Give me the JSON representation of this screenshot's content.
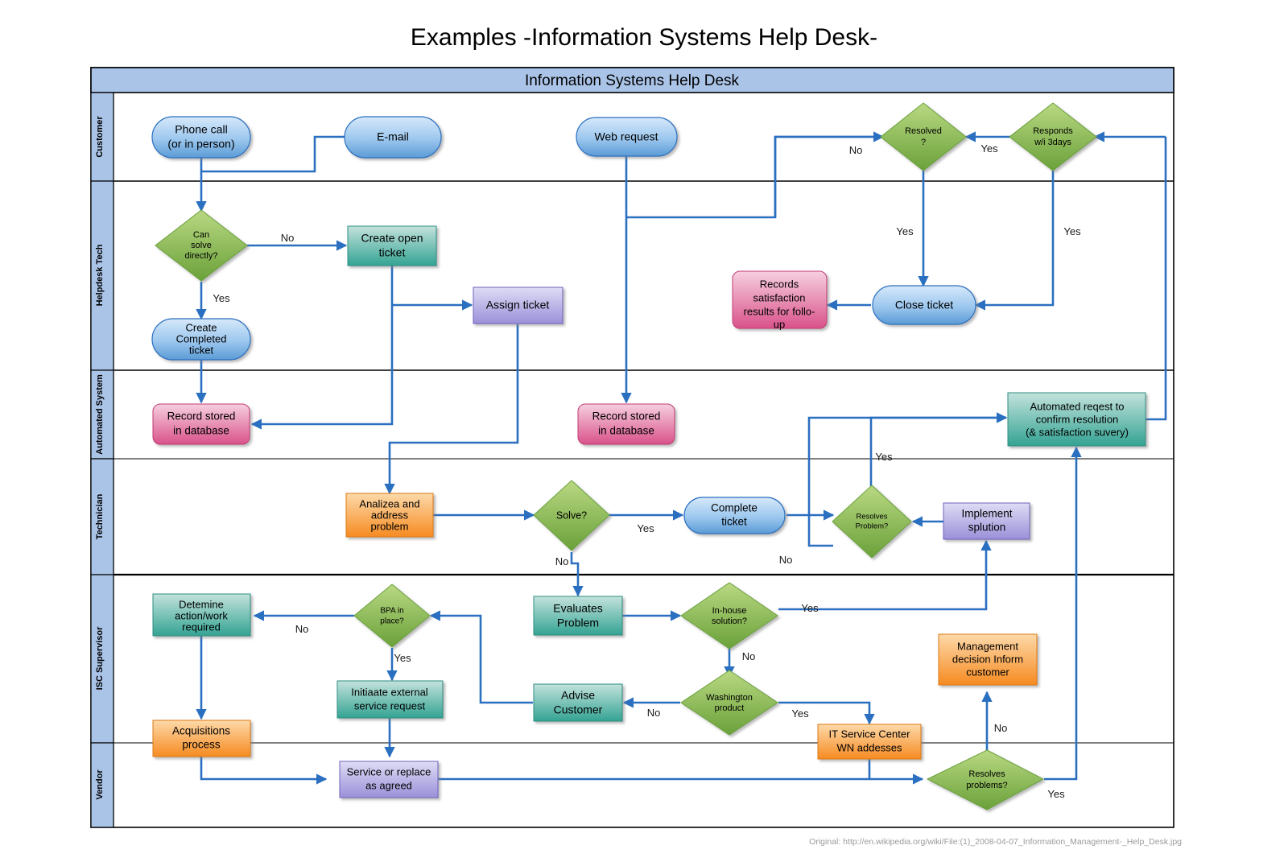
{
  "title": "Examples -Information Systems Help Desk-",
  "pool": {
    "title": "Information Systems Help Desk"
  },
  "footer": {
    "note": "Original: http://en.wikipedia.org/wiki/File:(1)_2008-04-07_Information_Management-_Help_Desk.jpg"
  },
  "colors": {
    "lane_header_fill": "#aac4e8",
    "pool_header_fill": "#aac4e8",
    "connector": "#2a6fc0",
    "border": "#000000",
    "blue_top": "#cfe3f8",
    "blue_bottom": "#5b9bd5",
    "green_top": "#b5d680",
    "green_bottom": "#6aa13a",
    "teal_top": "#bfe0da",
    "teal_bottom": "#33a293",
    "purple_top": "#d6d3f0",
    "purple_bottom": "#9a8fd8",
    "pink_top": "#f4c7da",
    "pink_bottom": "#d9528a",
    "orange_top": "#fcd7a8",
    "orange_bottom": "#f58c26"
  },
  "lanes": [
    {
      "id": "customer",
      "label": "Customer"
    },
    {
      "id": "helpdesk-tech",
      "label": "Helpdesk Tech"
    },
    {
      "id": "automated-system",
      "label": "Automated System"
    },
    {
      "id": "technician",
      "label": "Technician"
    },
    {
      "id": "isc-supervisor",
      "label": "ISC Supervisor"
    },
    {
      "id": "vendor",
      "label": "Vendor"
    }
  ],
  "nodes": {
    "phone_call": {
      "label": "Phone call\n(or in person)",
      "lane": "customer",
      "shape": "rounded",
      "color": "blue"
    },
    "email": {
      "label": "E-mail",
      "lane": "customer",
      "shape": "rounded",
      "color": "blue"
    },
    "web_request": {
      "label": "Web request",
      "lane": "customer",
      "shape": "rounded",
      "color": "blue"
    },
    "resolved": {
      "label": "Resolved\n?",
      "lane": "customer",
      "shape": "diamond",
      "color": "green"
    },
    "responds_3days": {
      "label": "Responds\nw/i 3days",
      "lane": "customer",
      "shape": "diamond",
      "color": "green"
    },
    "can_solve_directly": {
      "label": "Can\nsolve\ndirectly?",
      "lane": "helpdesk-tech",
      "shape": "diamond",
      "color": "green"
    },
    "create_open_ticket": {
      "label": "Create open\nticket",
      "lane": "helpdesk-tech",
      "shape": "rect",
      "color": "teal"
    },
    "assign_ticket": {
      "label": "Assign ticket",
      "lane": "helpdesk-tech",
      "shape": "rect",
      "color": "purple"
    },
    "create_completed_ticket": {
      "label": "Create\nCompleted\nticket",
      "lane": "helpdesk-tech",
      "shape": "rounded",
      "color": "blue"
    },
    "records_satisfaction": {
      "label": "Records\nsatisfaction\nresults for follo-\nup",
      "lane": "helpdesk-tech",
      "shape": "rounded-rect",
      "color": "pink"
    },
    "close_ticket": {
      "label": "Close ticket",
      "lane": "helpdesk-tech",
      "shape": "rounded",
      "color": "blue"
    },
    "record_stored_1": {
      "label": "Record stored\nin database",
      "lane": "automated-system",
      "shape": "rounded-rect",
      "color": "pink"
    },
    "record_stored_2": {
      "label": "Record stored\nin database",
      "lane": "automated-system",
      "shape": "rounded-rect",
      "color": "pink"
    },
    "automated_request": {
      "label": "Automated reqest to\nconfirm resolution\n(& satisfaction suvery)",
      "lane": "automated-system",
      "shape": "rect",
      "color": "teal"
    },
    "analizea": {
      "label": "Analizea and\naddress\nproblem",
      "lane": "technician",
      "shape": "rect",
      "color": "orange"
    },
    "solve": {
      "label": "Solve?",
      "lane": "technician",
      "shape": "diamond",
      "color": "green"
    },
    "complete_ticket": {
      "label": "Complete\nticket",
      "lane": "technician",
      "shape": "rounded",
      "color": "blue"
    },
    "resolves_problem": {
      "label": "Resolves\nProblem?",
      "lane": "technician",
      "shape": "diamond",
      "color": "green"
    },
    "implement_solution": {
      "label": "Implement\nsplution",
      "lane": "technician",
      "shape": "rect",
      "color": "purple"
    },
    "determine_action": {
      "label": "Detemine\naction/work\nrequired",
      "lane": "isc-supervisor",
      "shape": "rect",
      "color": "teal"
    },
    "bpa_in_place": {
      "label": "BPA in\nplace?",
      "lane": "isc-supervisor",
      "shape": "diamond",
      "color": "green"
    },
    "evaluates_problem": {
      "label": "Evaluates\nProblem",
      "lane": "isc-supervisor",
      "shape": "rect",
      "color": "teal"
    },
    "in_house_solution": {
      "label": "In-house\nsolution?",
      "lane": "isc-supervisor",
      "shape": "diamond",
      "color": "green"
    },
    "management_decision": {
      "label": "Management\ndecision Inform\ncustomer",
      "lane": "isc-supervisor",
      "shape": "rect",
      "color": "orange"
    },
    "initiate_external": {
      "label": "Initiaate external\nservice request",
      "lane": "isc-supervisor",
      "shape": "rect",
      "color": "teal"
    },
    "advise_customer": {
      "label": "Advise\nCustomer",
      "lane": "isc-supervisor",
      "shape": "rect",
      "color": "teal"
    },
    "washington_product": {
      "label": "Washington\nproduct",
      "lane": "isc-supervisor",
      "shape": "diamond",
      "color": "green"
    },
    "acquisitions_process": {
      "label": "Acquisitions\nprocess",
      "lane": "isc-supervisor",
      "shape": "rect",
      "color": "orange"
    },
    "it_service_center": {
      "label": "IT Service Center\nWN addesses",
      "lane": "isc-supervisor",
      "shape": "rect",
      "color": "orange"
    },
    "service_or_replace": {
      "label": "Service or replace\nas agreed",
      "lane": "vendor",
      "shape": "rect",
      "color": "purple"
    },
    "resolves_problems": {
      "label": "Resolves\nproblems?",
      "lane": "vendor",
      "shape": "diamond",
      "color": "green"
    }
  },
  "edge_labels": [
    {
      "id": "resolved-no",
      "text": "No"
    },
    {
      "id": "responds-yes",
      "text": "Yes"
    },
    {
      "id": "resolved-yes",
      "text": "Yes"
    },
    {
      "id": "responds-down-yes",
      "text": "Yes"
    },
    {
      "id": "cansolve-no",
      "text": "No"
    },
    {
      "id": "cansolve-yes",
      "text": "Yes"
    },
    {
      "id": "resolvesproblem-yes",
      "text": "Yes"
    },
    {
      "id": "solve-yes",
      "text": "Yes"
    },
    {
      "id": "solve-no",
      "text": "No"
    },
    {
      "id": "resolvesproblem-no",
      "text": "No"
    },
    {
      "id": "bpa-no",
      "text": "No"
    },
    {
      "id": "bpa-yes",
      "text": "Yes"
    },
    {
      "id": "inhouse-yes",
      "text": "Yes"
    },
    {
      "id": "inhouse-no",
      "text": "No"
    },
    {
      "id": "washington-no",
      "text": "No"
    },
    {
      "id": "washington-yes",
      "text": "Yes"
    },
    {
      "id": "resolvesproblems-no",
      "text": "No"
    },
    {
      "id": "resolvesproblems-yes",
      "text": "Yes"
    }
  ]
}
